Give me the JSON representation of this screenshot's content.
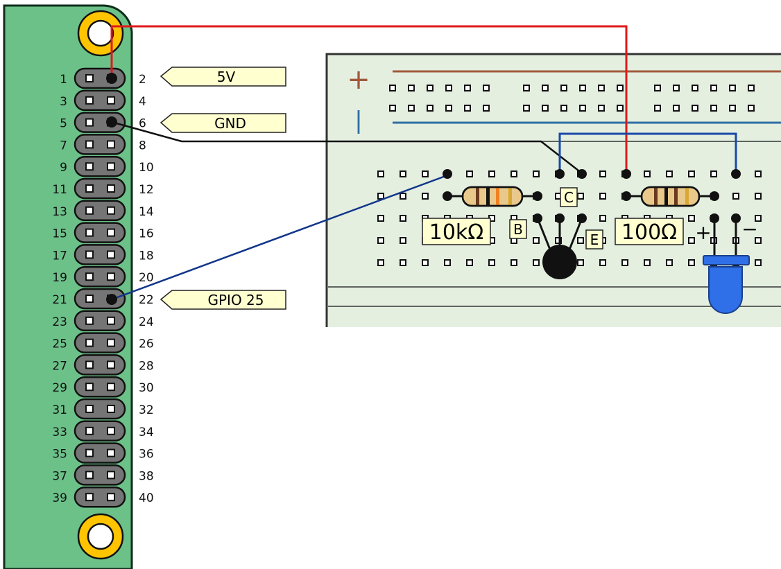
{
  "pi_header": {
    "odd_pins": [
      "1",
      "3",
      "5",
      "7",
      "9",
      "11",
      "13",
      "15",
      "17",
      "19",
      "21",
      "23",
      "25",
      "27",
      "29",
      "31",
      "33",
      "35",
      "37",
      "39"
    ],
    "even_pins": [
      "2",
      "4",
      "6",
      "8",
      "10",
      "12",
      "14",
      "16",
      "18",
      "20",
      "22",
      "24",
      "26",
      "28",
      "30",
      "32",
      "34",
      "36",
      "38",
      "40"
    ],
    "colors": {
      "board": "#6cc189",
      "header": "#757575",
      "mount_hole": "#ffc400"
    }
  },
  "pin_tags": {
    "five_volt": "5V",
    "ground": "GND",
    "gpio": "GPIO 25",
    "tag_color": "#ffffd0"
  },
  "breadboard": {
    "plus_rail": "+",
    "minus_rail": "|",
    "colors": {
      "board": "#e4efe0",
      "plus_rail": "#a2583c",
      "minus_rail": "#2e6fa3"
    }
  },
  "components": {
    "base_resistor": "10kΩ",
    "led_resistor": "100Ω",
    "transistor_collector": "C",
    "transistor_base": "B",
    "transistor_emitter": "E",
    "led_anode": "+",
    "led_cathode": "−",
    "led_color": "#2f6fe8"
  },
  "wires": {
    "power": "#e01818",
    "ground": "#111111",
    "signal": "#12368a",
    "jumper": "#1a48a8"
  }
}
